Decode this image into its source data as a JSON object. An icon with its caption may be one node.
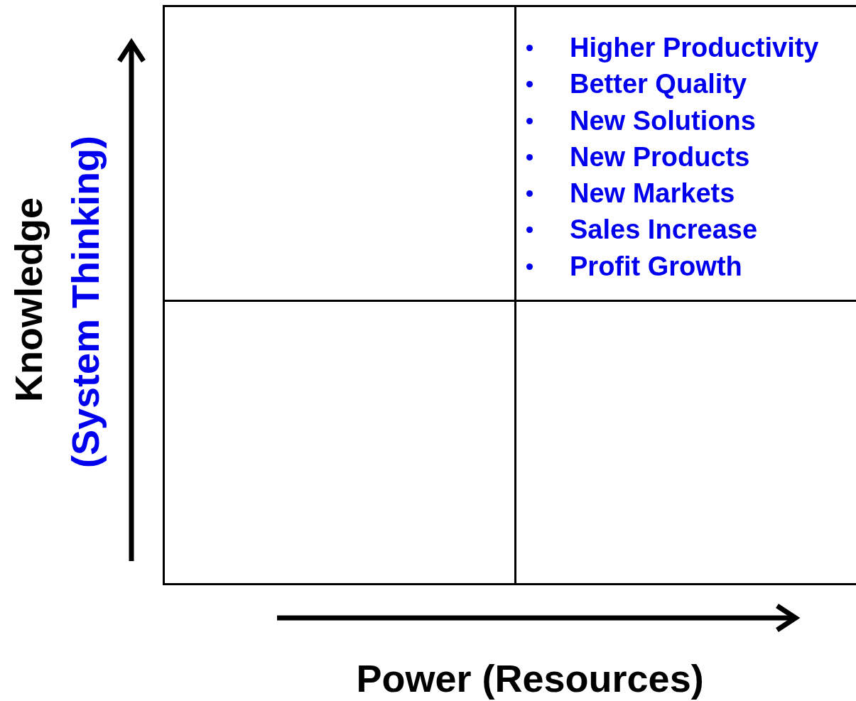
{
  "diagram": {
    "nodes": [
      {
        "text": [],
        "shape": "box"
      },
      {
        "text": [
          "Higher Productivity",
          "Better Quality",
          "New Solutions",
          "New Products",
          "New Markets",
          "Sales Increase",
          "Profit Growth"
        ]
      },
      {
        "text": [],
        "shape": "box"
      },
      {
        "text": [],
        "shape": "box"
      }
    ],
    "labels": [
      "Knowledge",
      "(System Thinking)",
      "Power (Resources)"
    ]
  }
}
